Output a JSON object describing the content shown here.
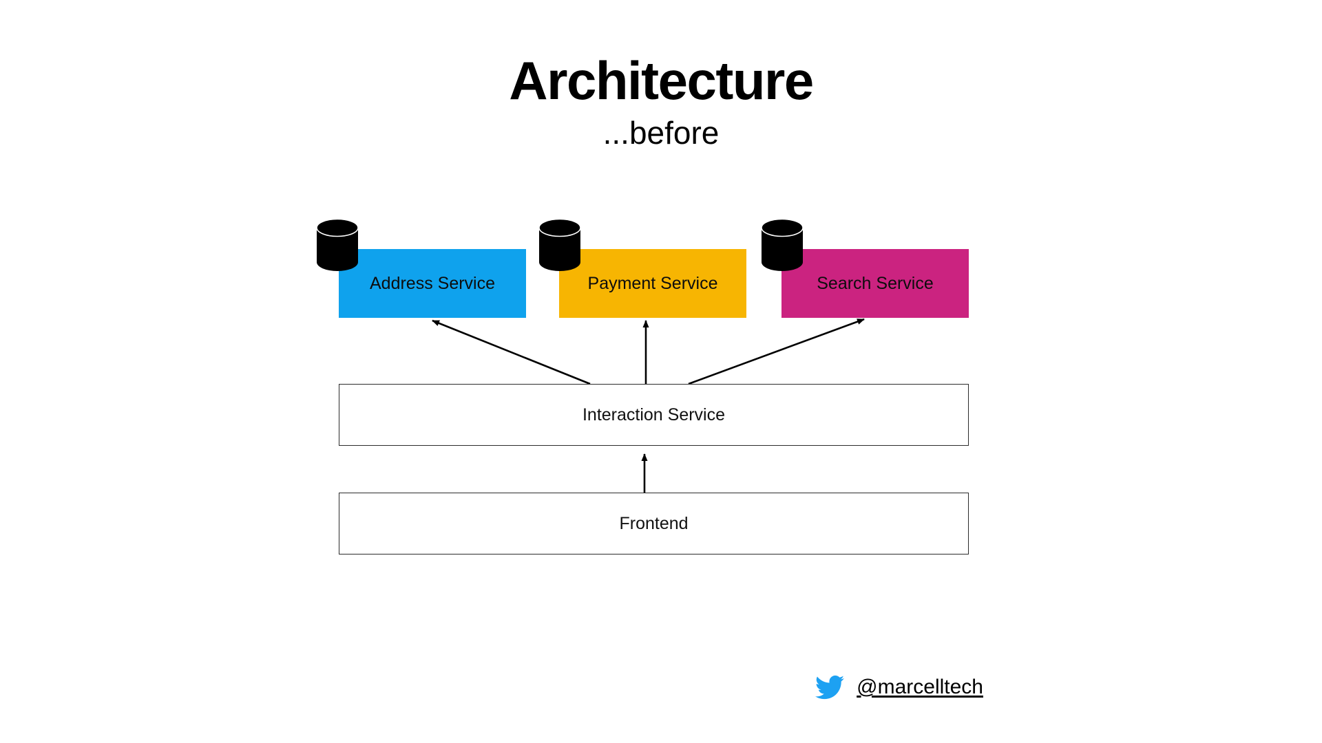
{
  "slide": {
    "title": "Architecture",
    "subtitle": "...before",
    "background": "#FFFFFF"
  },
  "diagram": {
    "type": "architecture-flow",
    "nodes": [
      {
        "id": "address-service",
        "label": "Address Service",
        "kind": "service",
        "color": "#0FA2ED",
        "has_database": true,
        "database_icon": "database-cylinder-icon"
      },
      {
        "id": "payment-service",
        "label": "Payment Service",
        "kind": "service",
        "color": "#F7B502",
        "has_database": true,
        "database_icon": "database-cylinder-icon"
      },
      {
        "id": "search-service",
        "label": "Search Service",
        "kind": "service",
        "color": "#CB2380",
        "has_database": true,
        "database_icon": "database-cylinder-icon"
      },
      {
        "id": "interaction-service",
        "label": "Interaction Service",
        "kind": "plain",
        "color": "#FFFFFF",
        "has_database": false
      },
      {
        "id": "frontend",
        "label": "Frontend",
        "kind": "plain",
        "color": "#FFFFFF",
        "has_database": false
      }
    ],
    "edges": [
      {
        "from": "interaction-service",
        "to": "address-service",
        "style": "arrow"
      },
      {
        "from": "interaction-service",
        "to": "payment-service",
        "style": "arrow"
      },
      {
        "from": "interaction-service",
        "to": "search-service",
        "style": "arrow"
      },
      {
        "from": "frontend",
        "to": "interaction-service",
        "style": "arrow"
      }
    ],
    "edge_color": "#000000"
  },
  "footer": {
    "handle": "@marcelltech",
    "icon": "twitter-bird-icon",
    "icon_color": "#1DA1F2"
  }
}
